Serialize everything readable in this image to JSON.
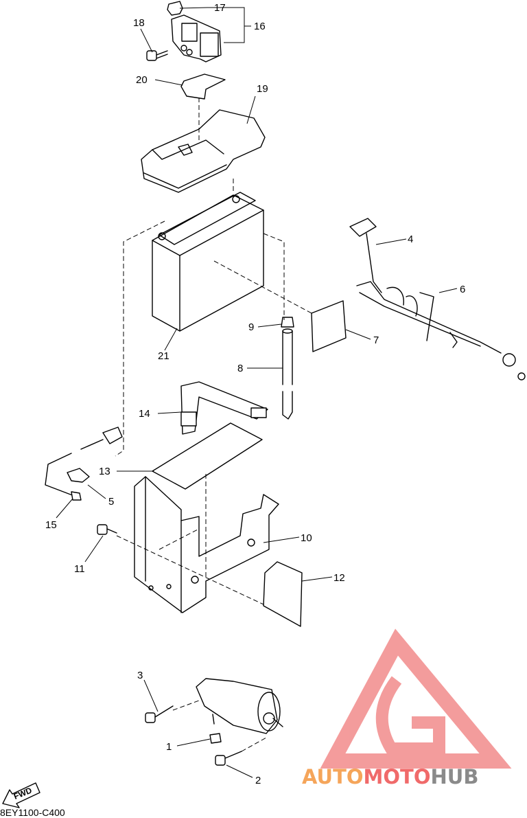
{
  "callouts": [
    {
      "id": "1",
      "label": "1"
    },
    {
      "id": "2",
      "label": "2"
    },
    {
      "id": "3",
      "label": "3"
    },
    {
      "id": "4",
      "label": "4"
    },
    {
      "id": "5",
      "label": "5"
    },
    {
      "id": "6",
      "label": "6"
    },
    {
      "id": "7",
      "label": "7"
    },
    {
      "id": "8",
      "label": "8"
    },
    {
      "id": "9",
      "label": "9"
    },
    {
      "id": "10",
      "label": "10"
    },
    {
      "id": "11",
      "label": "11"
    },
    {
      "id": "12",
      "label": "12"
    },
    {
      "id": "13",
      "label": "13"
    },
    {
      "id": "14",
      "label": "14"
    },
    {
      "id": "15",
      "label": "15"
    },
    {
      "id": "16",
      "label": "16"
    },
    {
      "id": "17",
      "label": "17"
    },
    {
      "id": "18",
      "label": "18"
    },
    {
      "id": "19",
      "label": "19"
    },
    {
      "id": "20",
      "label": "20"
    },
    {
      "id": "21",
      "label": "21"
    }
  ],
  "fwd_label": "FWD",
  "diagram_code": "8EY1100-C400",
  "watermark": {
    "part1": "AUTO",
    "part2": "MOTO",
    "part3": "HUB",
    "color1": "#f5a55a",
    "color2": "#f06a6a",
    "color3": "#8a8a8a",
    "logo_color": "#f28b8b"
  }
}
